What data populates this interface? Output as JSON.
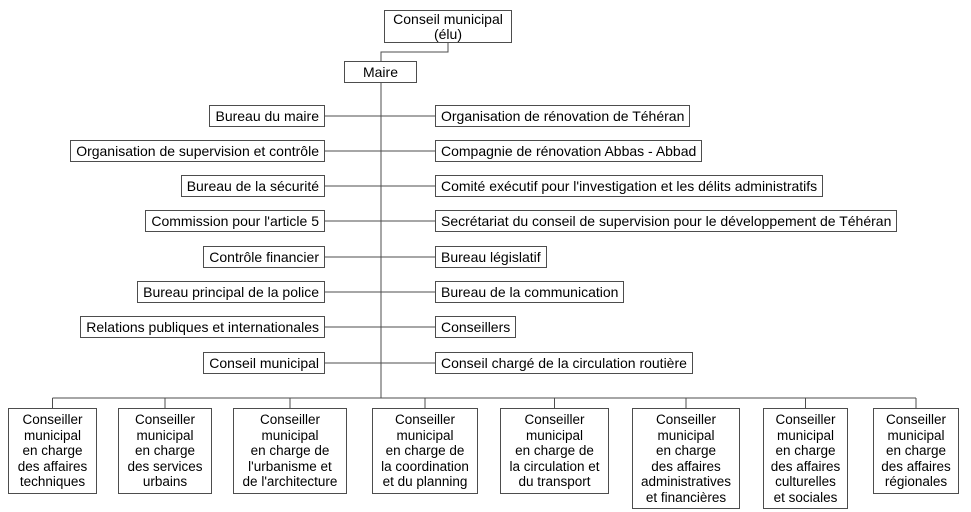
{
  "colors": {
    "line": "#4d4d4d",
    "text": "#000000",
    "background": "#ffffff"
  },
  "root": "Conseil municipal\n(élu)",
  "mayor": "Maire",
  "rows": [
    {
      "left": "Bureau du maire",
      "right": "Organisation de rénovation de Téhéran"
    },
    {
      "left": "Organisation de supervision et contrôle",
      "right": "Compagnie de rénovation Abbas - Abbad"
    },
    {
      "left": "Bureau de la sécurité",
      "right": "Comité exécutif pour l'investigation et les délits administratifs"
    },
    {
      "left": "Commission pour l'article 5",
      "right": "Secrétariat du conseil de supervision pour le développement de Téhéran"
    },
    {
      "left": "Contrôle financier",
      "right": "Bureau législatif"
    },
    {
      "left": "Bureau principal de la police",
      "right": "Bureau de la communication"
    },
    {
      "left": "Relations publiques et internationales",
      "right": "Conseillers"
    },
    {
      "left": "Conseil municipal",
      "right": "Conseil chargé de la circulation routière"
    }
  ],
  "councillors": [
    "Conseiller\nmunicipal\nen charge\ndes affaires\ntechniques",
    "Conseiller\nmunicipal\nen charge\ndes services\nurbains",
    "Conseiller\nmunicipal\nen charge de\nl'urbanisme et\nde l'architecture",
    "Conseiller\nmunicipal\nen charge de\nla coordination\net du planning",
    "Conseiller\nmunicipal\nen charge de\nla circulation et\ndu transport",
    "Conseiller\nmunicipal\nen charge\ndes affaires\nadministratives\net financières",
    "Conseiller\nmunicipal\nen charge\ndes affaires\nculturelles\net sociales",
    "Conseiller\nmunicipal\nen charge\ndes affaires\nrégionales"
  ]
}
